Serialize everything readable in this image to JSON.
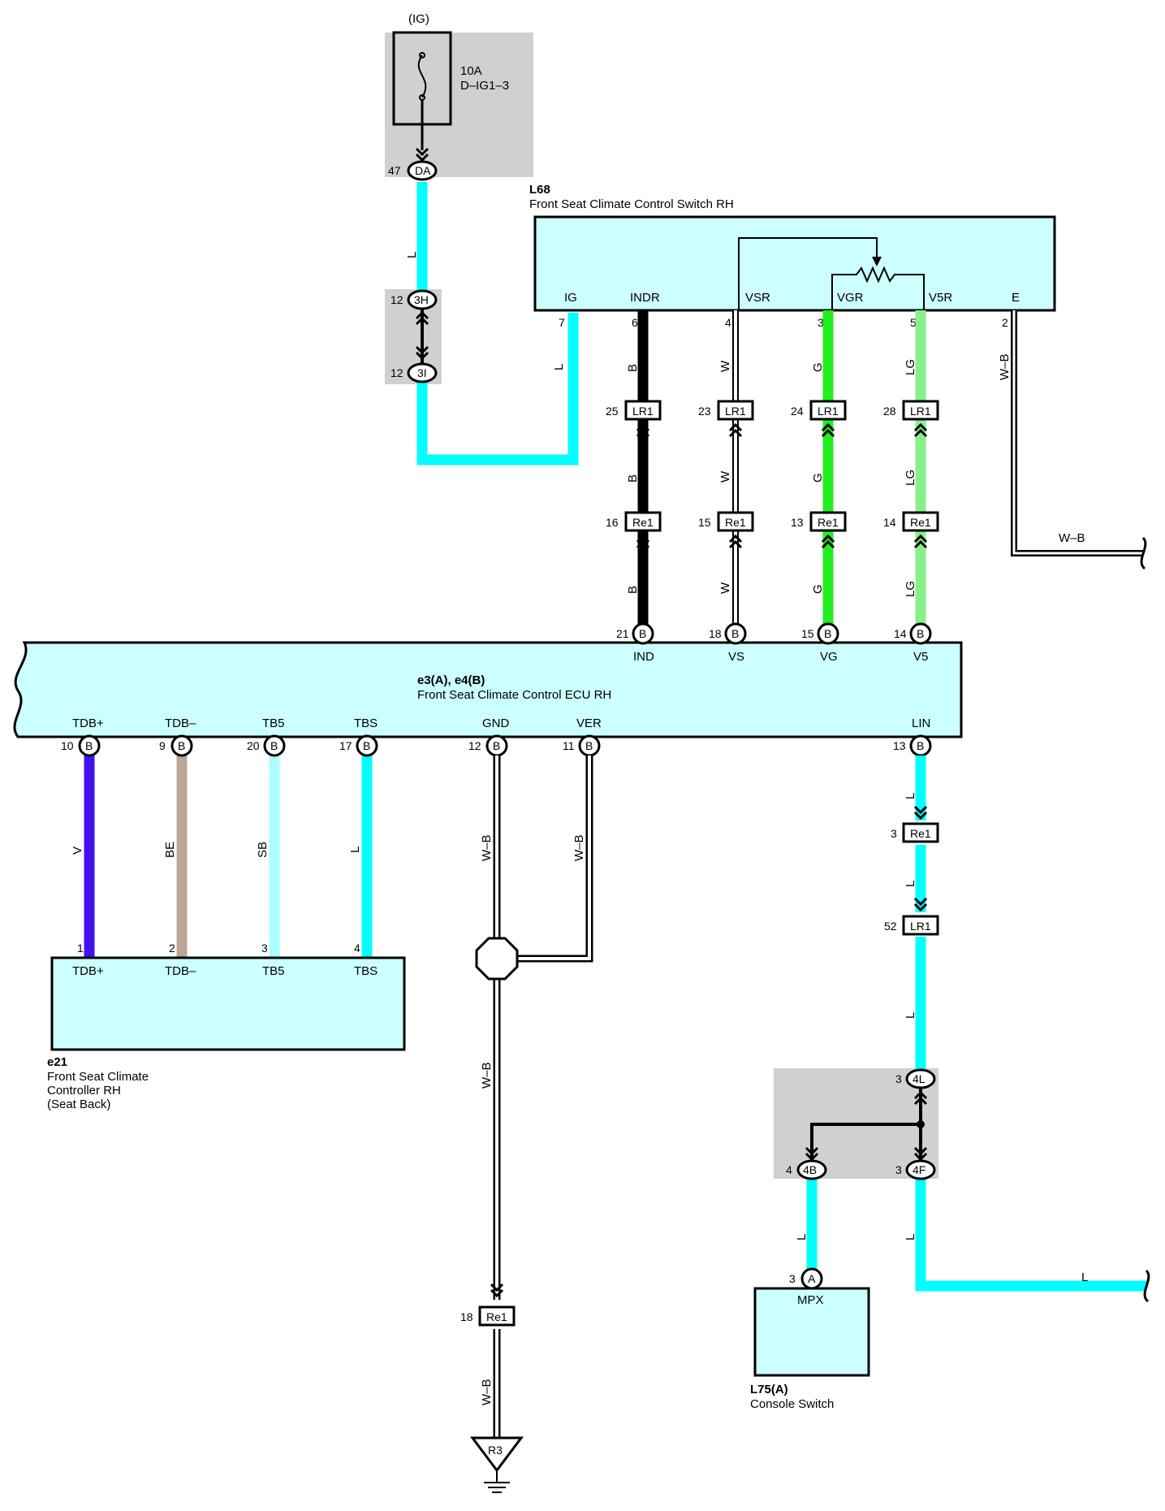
{
  "fuse": {
    "source": "(IG)",
    "rating": "10A",
    "name": "D–IG1–3"
  },
  "connectors": {
    "da": {
      "label": "DA",
      "pin": "47"
    },
    "h3": {
      "label": "3H",
      "pin": "12"
    },
    "i3": {
      "label": "3I",
      "pin": "12"
    },
    "l4": {
      "label": "4L",
      "pin": "3"
    },
    "b4": {
      "label": "4B",
      "pin": "4"
    },
    "f4": {
      "label": "4F",
      "pin": "3"
    },
    "a_l75": {
      "label": "A",
      "pin": "3"
    }
  },
  "switch_l68": {
    "code": "L68",
    "name": "Front Seat Climate Control Switch RH",
    "terminals": [
      {
        "name": "IG",
        "pin": "7"
      },
      {
        "name": "INDR",
        "pin": "6"
      },
      {
        "name": "VSR",
        "pin": "4"
      },
      {
        "name": "VGR",
        "pin": "3"
      },
      {
        "name": "V5R",
        "pin": "5"
      },
      {
        "name": "E",
        "pin": "2"
      }
    ]
  },
  "ecu": {
    "code": "e3(A), e4(B)",
    "name": "Front Seat Climate Control ECU RH",
    "top_terminals": [
      {
        "name": "IND",
        "pin": "21",
        "conn": "B"
      },
      {
        "name": "VS",
        "pin": "18",
        "conn": "B"
      },
      {
        "name": "VG",
        "pin": "15",
        "conn": "B"
      },
      {
        "name": "V5",
        "pin": "14",
        "conn": "B"
      }
    ],
    "bottom_terminals": [
      {
        "name": "TDB+",
        "pin": "10",
        "conn": "B"
      },
      {
        "name": "TDB–",
        "pin": "9",
        "conn": "B"
      },
      {
        "name": "TB5",
        "pin": "20",
        "conn": "B"
      },
      {
        "name": "TBS",
        "pin": "17",
        "conn": "B"
      },
      {
        "name": "GND",
        "pin": "12",
        "conn": "B"
      },
      {
        "name": "VER",
        "pin": "11",
        "conn": "B"
      },
      {
        "name": "LIN",
        "pin": "13",
        "conn": "B"
      }
    ]
  },
  "heater_e21": {
    "code": "e21",
    "name_lines": [
      "Front Seat Climate",
      "Controller RH",
      "(Seat Back)"
    ],
    "terminals": [
      {
        "name": "TDB+",
        "pin": "1"
      },
      {
        "name": "TDB–",
        "pin": "2"
      },
      {
        "name": "TB5",
        "pin": "3"
      },
      {
        "name": "TBS",
        "pin": "4"
      }
    ]
  },
  "console_l75": {
    "code": "L75(A)",
    "name": "Console Switch",
    "terminal": "MPX"
  },
  "junctions": {
    "lr1": {
      "label": "LR1",
      "pins": [
        "25",
        "23",
        "24",
        "28"
      ],
      "lin_pin": "52"
    },
    "re1": {
      "label": "Re1",
      "pins": [
        "16",
        "15",
        "13",
        "14"
      ],
      "lin_pin": "3",
      "ground_pin": "18"
    }
  },
  "ground": {
    "label": "R3"
  },
  "wire_colors": {
    "ig": "L",
    "ind": "B",
    "vs": "W",
    "vg": "G",
    "v5": "LG",
    "e": "W–B",
    "tdbp": "V",
    "tdbm": "BE",
    "tb5": "SB",
    "tbs": "L",
    "gnd": "W–B",
    "ver": "W–B",
    "lin": "L"
  },
  "colors": {
    "L": "#00ffff",
    "B": "#000000",
    "W": "#ffffff",
    "G": "#22ee22",
    "LG": "#88f088",
    "V": "#4411ee",
    "BE": "#bba898",
    "SB": "#aaffff",
    "component_fill": "#ccffff",
    "splice_fill": "#d0d0d0"
  }
}
